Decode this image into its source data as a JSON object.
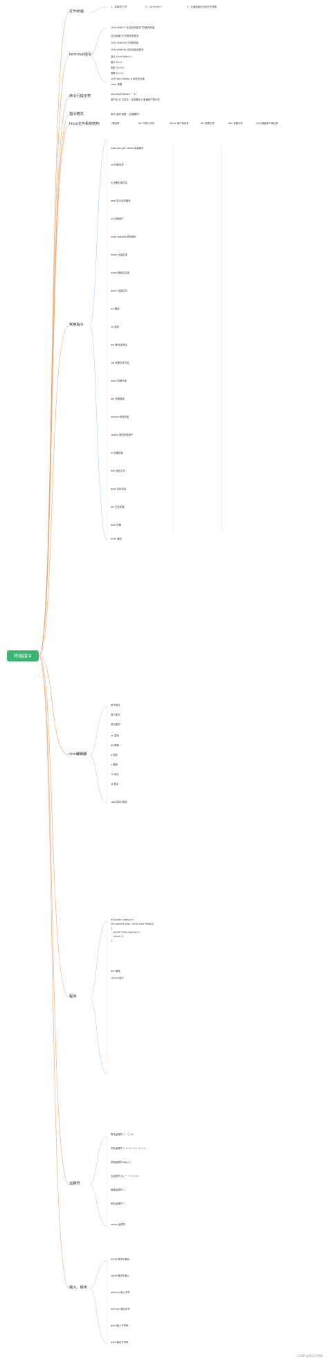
{
  "root": "终端指令",
  "branches": [
    "打开终端",
    "terminal指令",
    "命令行提示符",
    "指令格式",
    "linux文件系统结构",
    "常用指令",
    "vim编辑器",
    "程序",
    "运算符",
    "输入、输出"
  ],
  "open_terminal": [
    "1、菜单项 打开",
    "2、Ctrl+Alt+T",
    "3、右键桌面空白处打开终端"
  ],
  "terminal_cmds": [
    "Ctrl+Shift+T 在当前终端中打开新的终端",
    "在当前窗口打开新的标签页",
    "Ctrl+Shift+N 打开新终端",
    "Ctrl+Shift+W 关闭当前标签页",
    "放大 Ctrl+Shift++",
    "缩小 Ctrl+-",
    "恢复 Ctrl+0",
    "清屏 Ctrl+L",
    "Ctrl+Alt+Delete 从标签页分离",
    "clear 清屏"
  ],
  "prompt": [
    "ubuntu@ubuntu: ~ $",
    "用户名 @ 主机名 : 当前路径 $ 普通用户提示符"
  ],
  "cmd_format": "命令 选项 参数 （空格隔开）",
  "fs": [
    "/ 根目录",
    "bin 可执行文件",
    "home 用户家目录",
    "etc 配置文件",
    "dev 设备文件",
    "root 超级用户家目录"
  ],
  "common_cmds": [
    "sudo apt-get install 安装软件",
    "cd 切换目录",
    "ls 查看目录内容",
    "pwd 显示当前路径",
    "su 切换用户",
    "sudo passwd 修改密码",
    "mkdir 创建目录",
    "rmdir 删除空目录",
    "touch 创建文件",
    "rm 删除",
    "cp 复制",
    "mv 移动/重命名",
    "cat 查看文件内容",
    "head 查看头部",
    "tail 查看尾部",
    "chmod 修改权限",
    "chown 修改所属用户",
    "ln 创建链接",
    "find 查找文件",
    "grep 查找内容",
    "tar 打包压缩",
    "gzip 压缩",
    "echo 输出"
  ],
  "vim": [
    "命令模式",
    "插入模式",
    "底行模式",
    "yy 复制",
    "dd 删除",
    "p 粘贴",
    "u 撤销",
    ":w 保存",
    ":q 退出",
    ":wq 保存并退出"
  ],
  "program": [
    "#include <stdio.h>",
    "int main(int argc, const char *argv[])",
    "{",
    "printf(\"hello world\\n\");",
    "return 0;",
    "}",
    "gcc 编译",
    "./a.out 运行"
  ],
  "operators": [
    "算术运算符 + - * / %",
    "关系运算符 > < >= <= == !=",
    "逻辑运算符 && || !",
    "位运算符 & | ^ ~ << >>",
    "赋值运算符 =",
    "条件运算符 ?:",
    "sizeof 运算符"
  ],
  "io": [
    "printf 格式化输出",
    "scanf 格式化输入",
    "getchar 输入字符",
    "putchar 输出字符",
    "gets 输入字符串",
    "puts 输出字符串"
  ],
  "watermark": "CSDN @再见不遗憾"
}
